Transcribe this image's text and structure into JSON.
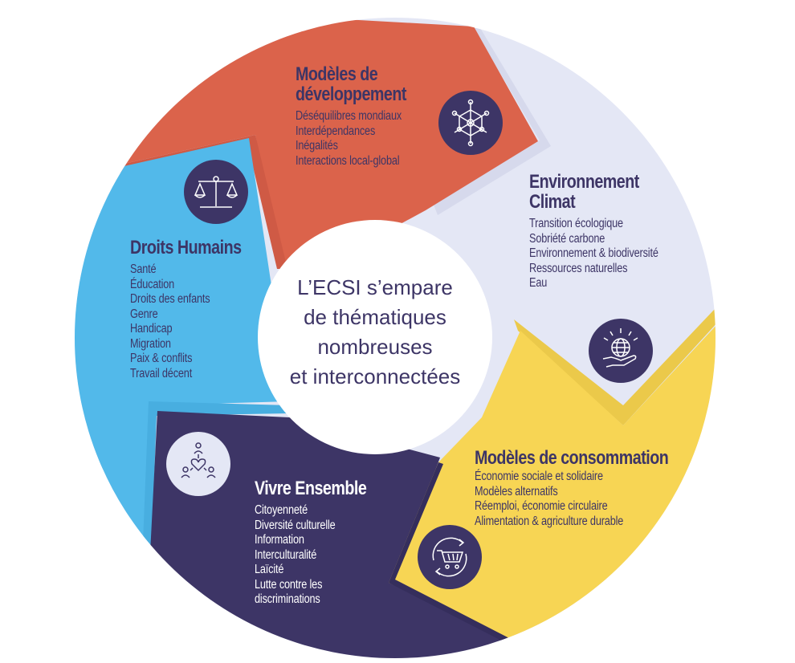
{
  "center": {
    "lines": [
      "L’ECSI s’empare",
      "de thématiques",
      "nombreuses",
      "et interconnectées"
    ]
  },
  "colors": {
    "orange": "#db634b",
    "lavender": "#e4e7f5",
    "yellow": "#f7d554",
    "blue": "#52b9ea",
    "purple": "#3d3566",
    "white": "#ffffff"
  },
  "sections": {
    "developpement": {
      "title_lines": [
        "Modèles de",
        "développement"
      ],
      "items": [
        "Déséquilibres mondiaux",
        "Interdépendances",
        "Inégalités",
        "Interactions local-global"
      ],
      "icon": "network-icon"
    },
    "environnement": {
      "title_lines": [
        "Environnement",
        "Climat"
      ],
      "items": [
        "Transition écologique",
        "Sobriété carbone",
        "Environnement & biodiversité",
        "Ressources naturelles",
        "Eau"
      ],
      "icon": "globe-hand-icon"
    },
    "droits": {
      "title": "Droits Humains",
      "items": [
        "Santé",
        "Éducation",
        "Droits des enfants",
        "Genre",
        "Handicap",
        "Migration",
        "Paix & conflits",
        "Travail décent"
      ],
      "icon": "scales-icon"
    },
    "vivre": {
      "title": "Vivre Ensemble",
      "items": [
        "Citoyenneté",
        "Diversité culturelle",
        "Information",
        "Interculturalité",
        "Laïcité",
        "Lutte contre les",
        "discriminations"
      ],
      "icon": "people-heart-icon"
    },
    "consommation": {
      "title": "Modèles de consommation",
      "items": [
        "Économie sociale et solidaire",
        "Modèles alternatifs",
        "Réemploi, économie circulaire",
        "Alimentation & agriculture durable"
      ],
      "icon": "cart-cycle-icon"
    }
  }
}
